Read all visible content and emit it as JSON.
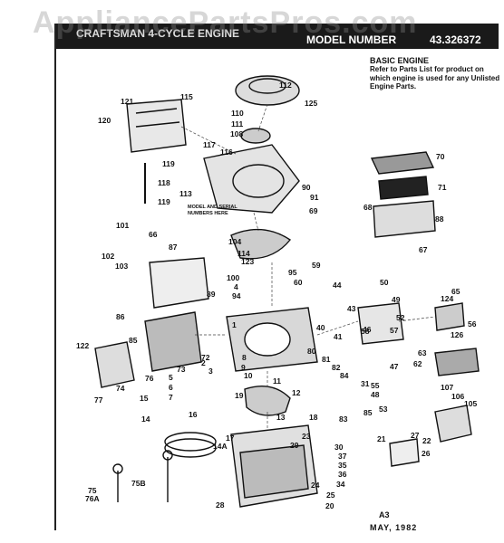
{
  "watermark": "AppliancePartsPros.com",
  "header": {
    "left_text": "CRAFTSMAN 4-CYCLE ENGINE",
    "model_label": "MODEL NUMBER",
    "model_number": "43.326372"
  },
  "basic_engine": {
    "title": "BASIC ENGINE",
    "note": "Refer to Parts List for product on which engine is used for any Unlisted Engine Parts."
  },
  "diagram_note": "MODEL AND SERIAL NUMBERS HERE",
  "footer": {
    "code": "A3",
    "date": "MAY, 1982"
  },
  "part_labels": [
    "112",
    "125",
    "115",
    "121",
    "120",
    "110",
    "111",
    "108",
    "117",
    "116",
    "119",
    "118",
    "113",
    "119",
    "90",
    "91",
    "69",
    "70",
    "71",
    "68",
    "88",
    "67",
    "101",
    "102",
    "103",
    "66",
    "87",
    "104",
    "114",
    "123",
    "100",
    "4",
    "94",
    "95",
    "59",
    "60",
    "44",
    "43",
    "50",
    "65",
    "89",
    "86",
    "85",
    "1",
    "40",
    "41",
    "46",
    "49",
    "124",
    "52",
    "56",
    "122",
    "74",
    "77",
    "76",
    "73",
    "72",
    "2",
    "3",
    "5",
    "6",
    "7",
    "8",
    "9",
    "10",
    "11",
    "12",
    "19",
    "13",
    "18",
    "80",
    "81",
    "82",
    "84",
    "31",
    "55",
    "48",
    "83",
    "85",
    "53",
    "63",
    "47",
    "62",
    "58",
    "57",
    "126",
    "107",
    "106",
    "105",
    "15",
    "14",
    "16",
    "17",
    "14A",
    "23",
    "29",
    "30",
    "37",
    "35",
    "36",
    "34",
    "21",
    "22",
    "27",
    "26",
    "75",
    "76A",
    "75B",
    "28",
    "24",
    "25",
    "20"
  ]
}
